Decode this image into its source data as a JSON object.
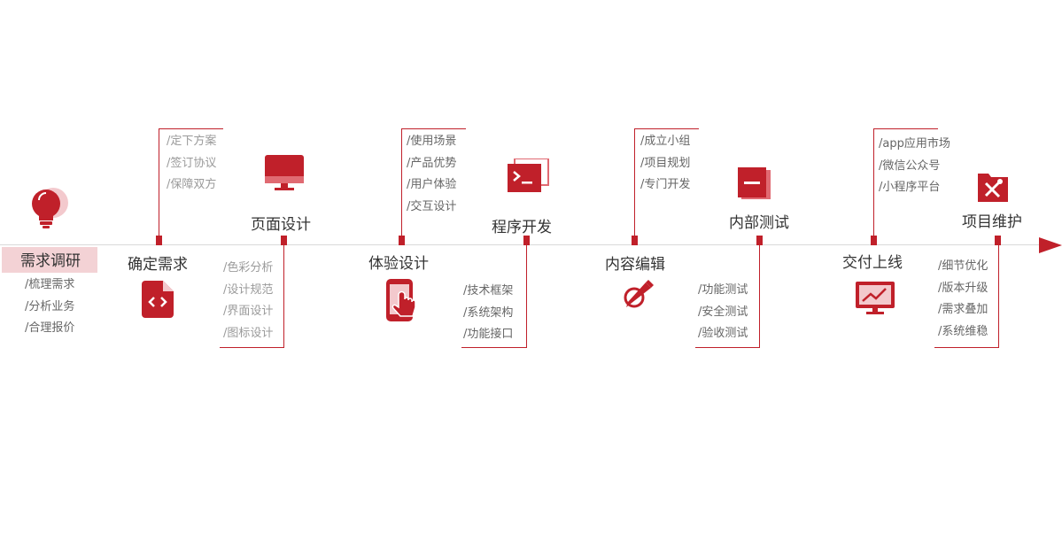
{
  "steps": [
    {
      "title": "需求调研",
      "items": [
        "/梳理需求",
        "/分析业务",
        "/合理报价"
      ],
      "icon": "lightbulb-icon"
    },
    {
      "title": "确定需求",
      "items": [
        "/定下方案",
        "/签订协议",
        "/保障双方"
      ],
      "icon": "code-file-icon"
    },
    {
      "title": "页面设计",
      "items": [
        "/色彩分析",
        "/设计规范",
        "/界面设计",
        "/图标设计"
      ],
      "icon": "monitor-icon"
    },
    {
      "title": "体验设计",
      "items": [
        "/使用场景",
        "/产品优势",
        "/用户体验",
        "/交互设计"
      ],
      "icon": "touch-phone-icon"
    },
    {
      "title": "程序开发",
      "items": [
        "/技术框架",
        "/系统架构",
        "/功能接口"
      ],
      "icon": "terminal-icon"
    },
    {
      "title": "内容编辑",
      "items": [
        "/成立小组",
        "/项目规划",
        "/专门开发"
      ],
      "icon": "pencil-icon"
    },
    {
      "title": "内部测试",
      "items": [
        "/功能测试",
        "/安全测试",
        "/验收测试"
      ],
      "icon": "minus-window-icon"
    },
    {
      "title": "交付上线",
      "items": [
        "/app应用市场",
        "/微信公众号",
        "/小程序平台"
      ],
      "icon": "chart-monitor-icon"
    },
    {
      "title": "项目维护",
      "items": [
        "/细节优化",
        "/版本升级",
        "/需求叠加",
        "/系统维稳"
      ],
      "icon": "tools-folder-icon"
    }
  ],
  "colors": {
    "accent": "#c0202a",
    "highlight": "#f3d2d5"
  }
}
